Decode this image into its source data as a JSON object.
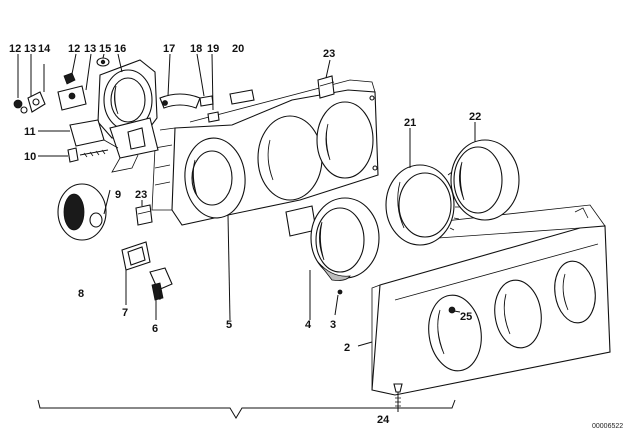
{
  "diagram": {
    "labels": {
      "l12a": "12",
      "l13a": "13",
      "l14": "14",
      "l12b": "12",
      "l13b": "13",
      "l15": "15",
      "l16": "16",
      "l17": "17",
      "l18": "18",
      "l19": "19",
      "l20": "20",
      "l23a": "23",
      "l21": "21",
      "l22": "22",
      "l11": "11",
      "l10": "10",
      "l9": "9",
      "l23b": "23",
      "l8": "8",
      "l7": "7",
      "l6": "6",
      "l5": "5",
      "l4": "4",
      "l3": "3",
      "l25": "25",
      "l2": "2",
      "l24": "24"
    },
    "catalog_code": "00006522"
  }
}
